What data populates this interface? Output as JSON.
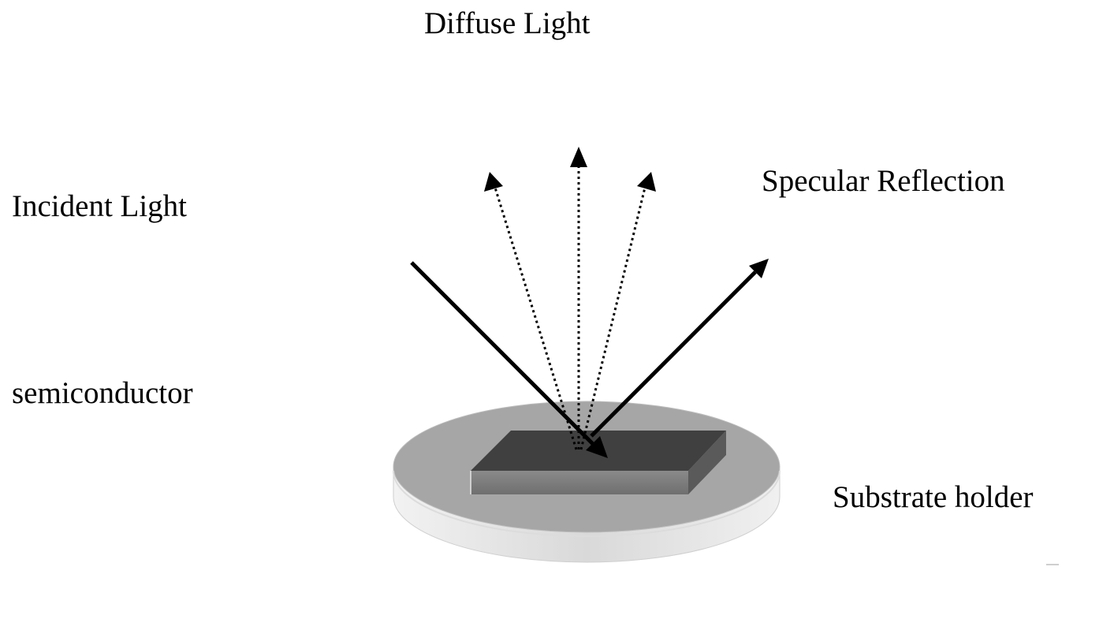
{
  "labels": {
    "diffuse_light": "Diffuse Light",
    "specular_reflection": "Specular Reflection",
    "incident_light": "Incident Light",
    "semiconductor": "semiconductor",
    "substrate_holder": "Substrate holder"
  },
  "colors": {
    "background": "#ffffff",
    "ink": "#000000",
    "holder_top": "#a6a6a6",
    "holder_side_light": "#f0f0f0",
    "holder_side_dark": "#c8c8c8",
    "chip_top": "#404040",
    "chip_front": "#7f7f7f",
    "chip_side": "#595959"
  },
  "rays": {
    "incident": "solid",
    "specular": "solid",
    "diffuse_count": 3,
    "diffuse_style": "dotted"
  }
}
